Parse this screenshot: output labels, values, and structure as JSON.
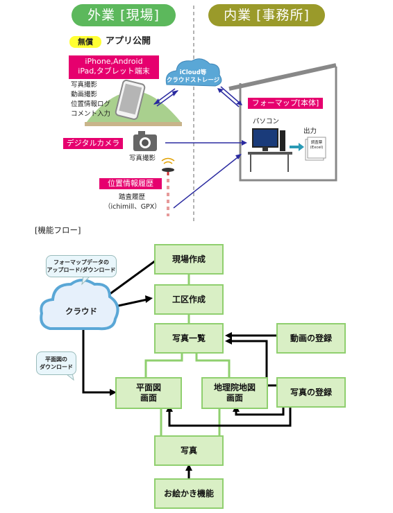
{
  "header": {
    "left_pill": "外業 [現場]",
    "right_pill": "内業 [事務所]",
    "left_pill_color": "#5cb85c",
    "right_pill_color": "#9a9a2a"
  },
  "free_badge": {
    "badge": "無償",
    "text": "アプリ公開"
  },
  "devices": {
    "iphone_label_1": "iPhone,Android",
    "iphone_label_2": "iPad,タブレット端末",
    "iphone_features": [
      "写真撮影",
      "動画撮影",
      "位置情報ログ",
      "コメント入力"
    ],
    "camera_label": "デジタルカメラ",
    "camera_feature": "写真撮影",
    "gps_label": "位置情報履歴",
    "gps_features": [
      "踏査履歴",
      "（ichimill、GPX）"
    ]
  },
  "cloud_top": {
    "line1": "iCloud等",
    "line2": "クラウドストレージ"
  },
  "office": {
    "software_label": "フォーマップ[本体]",
    "pc_label": "パソコン",
    "output_label": "出力",
    "doc_line1": "調査票",
    "doc_line2": "(Excel)"
  },
  "section_title": "[機能フロー]",
  "flow": {
    "genba": "現場作成",
    "kouku": "工区作成",
    "ichiran": "写真一覧",
    "douga": "動画の登録",
    "heimen_1": "平面図",
    "heimen_2": "画面",
    "chiri_1": "地理院地図",
    "chiri_2": "画面",
    "shashin_touroku": "写真の登録",
    "shashin": "写真",
    "oekaki": "お絵かき機能",
    "cloud": "クラウド",
    "callout_upload_1": "フォーマップデータの",
    "callout_upload_2": "アップロード/ダウンロード",
    "callout_plan_1": "平面図の",
    "callout_plan_2": "ダウンロード"
  },
  "colors": {
    "accent_pink": "#e6006e",
    "box_fill": "#d9efc5",
    "box_border": "#8fcf6e"
  }
}
